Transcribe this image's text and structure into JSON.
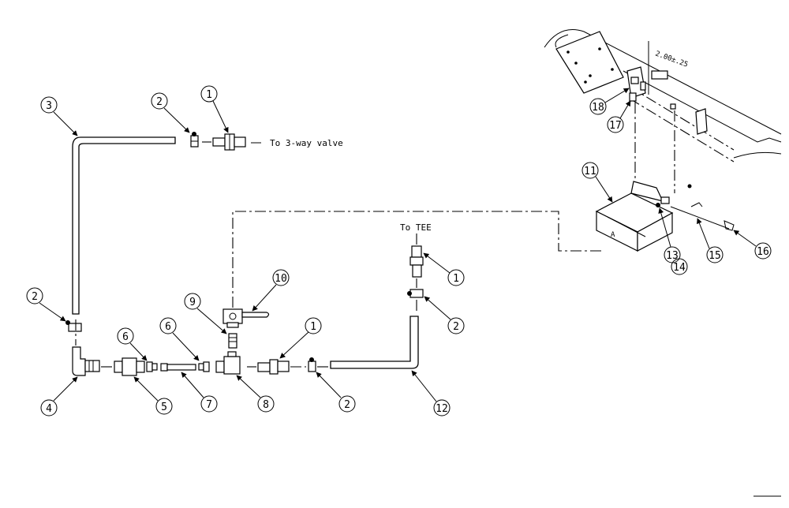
{
  "notes": {
    "to_valve": "To 3-way valve",
    "to_tee": "To TEE",
    "dimension": "2.00±.25"
  },
  "callouts": {
    "c1a": "1",
    "c2a": "2",
    "c3": "3",
    "c1b": "1",
    "c2b": "2",
    "c10": "10",
    "c9": "9",
    "c2c": "2",
    "c6a": "6",
    "c6b": "6",
    "c1c": "1",
    "c4": "4",
    "c5": "5",
    "c7": "7",
    "c8": "8",
    "c2d": "2",
    "c12": "12",
    "c11": "11",
    "c13": "13",
    "c14": "14",
    "c15": "15",
    "c16": "16",
    "c17": "17",
    "c18": "18"
  }
}
